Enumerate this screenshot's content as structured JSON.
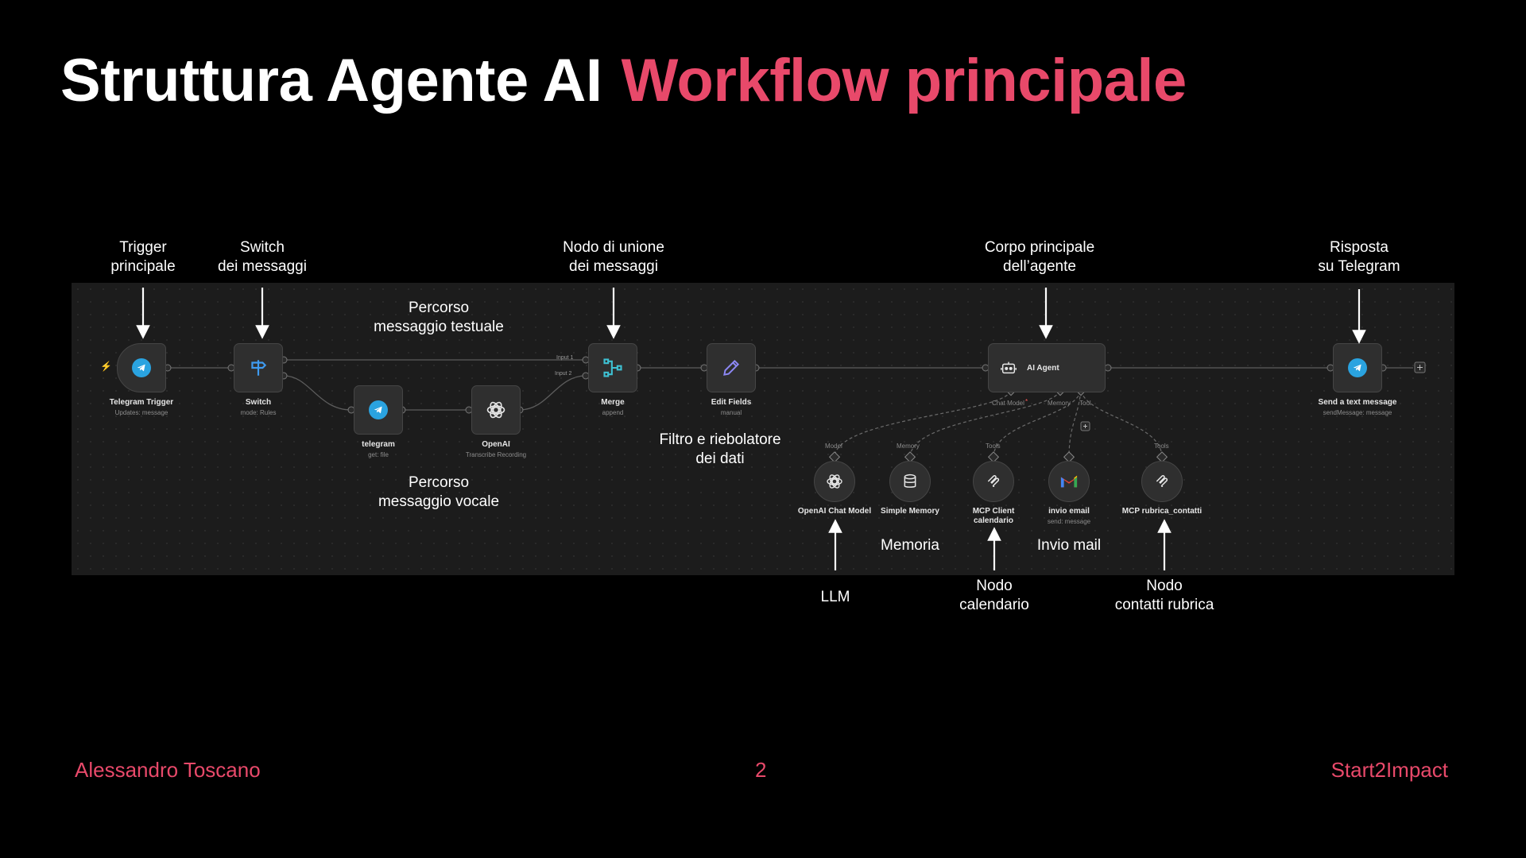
{
  "slide": {
    "title_white": "Struttura Agente AI",
    "title_pink": "Workflow principale",
    "footer_left": "Alessandro Toscano",
    "footer_center": "2",
    "footer_right": "Start2Impact"
  },
  "colors": {
    "accent": "#e8496a",
    "background": "#000000",
    "canvas": "#1c1c1c",
    "telegram": "#2aa3e0",
    "switch": "#3f9bf0",
    "merge": "#3ec1d3",
    "edit": "#8d88f5"
  },
  "workflow": {
    "nodes": {
      "telegram_trigger": {
        "label": "Telegram Trigger",
        "sub": "Updates: message",
        "icon": "telegram-icon"
      },
      "switch": {
        "label": "Switch",
        "sub": "mode: Rules",
        "icon": "signpost-icon"
      },
      "telegram_get": {
        "label": "telegram",
        "sub": "get: file",
        "icon": "telegram-icon"
      },
      "openai_transcribe": {
        "label": "OpenAI",
        "sub": "Transcribe Recording",
        "icon": "openai-icon"
      },
      "merge": {
        "label": "Merge",
        "sub": "append",
        "icon": "merge-icon",
        "input1": "Input 1",
        "input2": "Input 2"
      },
      "edit_fields": {
        "label": "Edit Fields",
        "sub": "manual",
        "icon": "pencil-icon"
      },
      "ai_agent": {
        "label": "AI Agent",
        "icon": "robot-icon",
        "port_chat_model": "Chat Model",
        "port_memory": "Memory",
        "port_tool": "Tool"
      },
      "send_message": {
        "label": "Send a text message",
        "sub": "sendMessage: message",
        "icon": "telegram-icon"
      },
      "openai_chat_model": {
        "label": "OpenAI Chat Model",
        "slot": "Model",
        "icon": "openai-icon"
      },
      "simple_memory": {
        "label": "Simple Memory",
        "slot": "Memory",
        "icon": "database-icon"
      },
      "mcp_calendar": {
        "label": "MCP Client calendario",
        "slot": "Tools",
        "icon": "mcp-icon"
      },
      "invio_email": {
        "label": "invio email",
        "sub": "send: message",
        "slot": "",
        "icon": "gmail-icon"
      },
      "mcp_rubrica": {
        "label": "MCP rubrica_contatti",
        "slot": "Tools",
        "icon": "mcp-icon"
      }
    }
  },
  "annotations": {
    "trigger": [
      "Trigger",
      "principale"
    ],
    "switch": [
      "Switch",
      "dei messaggi"
    ],
    "merge": [
      "Nodo di unione",
      "dei  messaggi"
    ],
    "agent": [
      "Corpo principale",
      "dell’agente"
    ],
    "reply": [
      "Risposta",
      "su Telegram"
    ],
    "text_path": [
      "Percorso",
      "messaggio testuale"
    ],
    "voice_path": [
      "Percorso",
      "messaggio vocale"
    ],
    "filter": [
      "Filtro e riebolatore",
      "dei dati"
    ],
    "memoria": "Memoria",
    "invio_mail": "Invio mail",
    "llm": "LLM",
    "calendar": [
      "Nodo",
      "calendario"
    ],
    "contacts": [
      "Nodo",
      "contatti rubrica"
    ]
  }
}
